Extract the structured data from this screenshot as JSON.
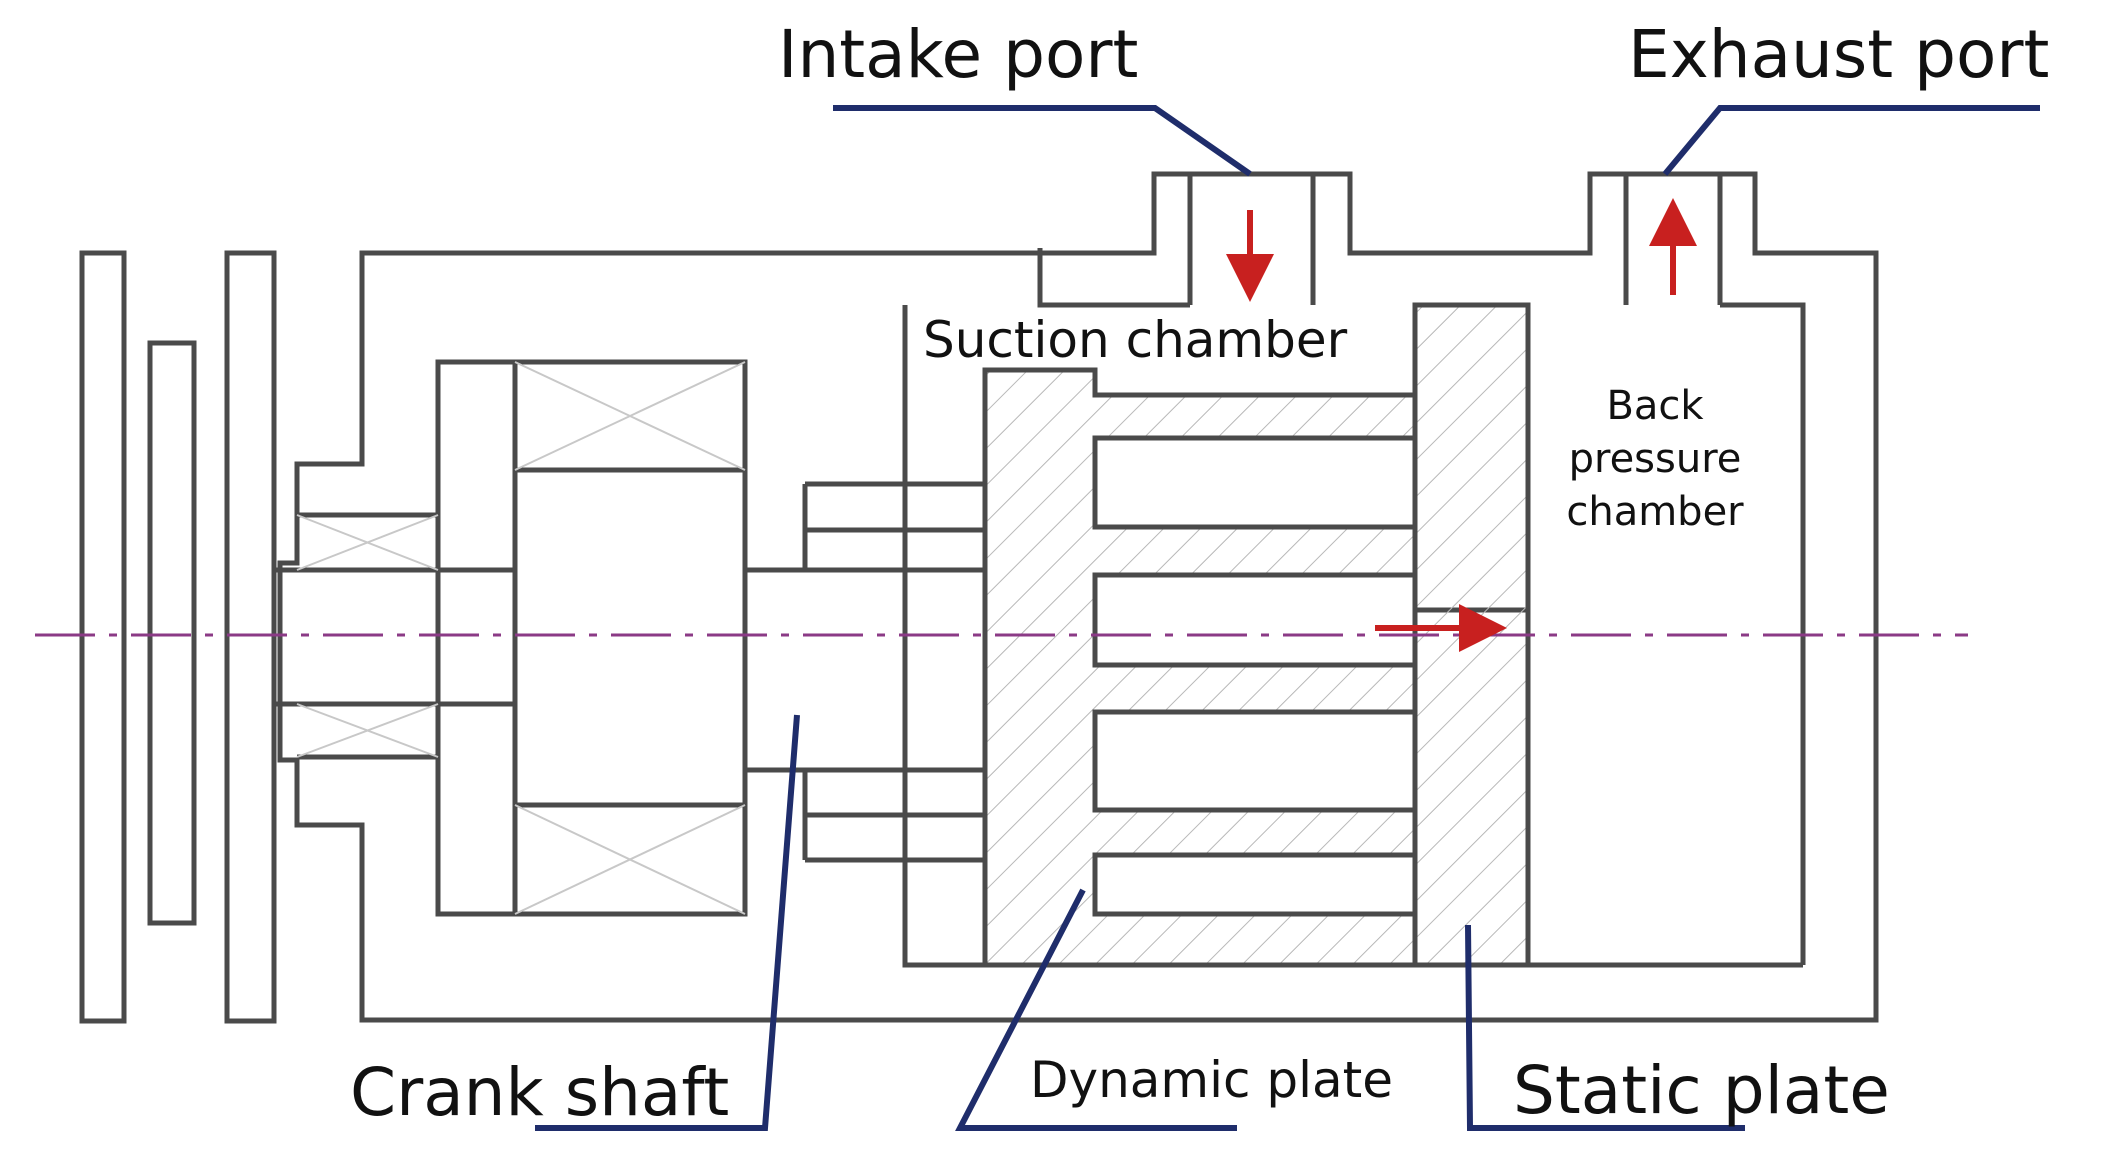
{
  "labels": {
    "intake_port": "Intake port",
    "exhaust_port": "Exhaust port",
    "suction_chamber": "Suction chamber",
    "back_pressure_line1": "Back",
    "back_pressure_line2": "pressure",
    "back_pressure_line3": "chamber",
    "crank_shaft": "Crank shaft",
    "dynamic_plate": "Dynamic plate",
    "static_plate": "Static plate"
  },
  "colors": {
    "outline": "#4a4a4a",
    "leader": "#1f2d6b",
    "flow_arrow": "#c8201f",
    "centerline": "#8b3a86",
    "hatch": "#b8b8b8"
  }
}
